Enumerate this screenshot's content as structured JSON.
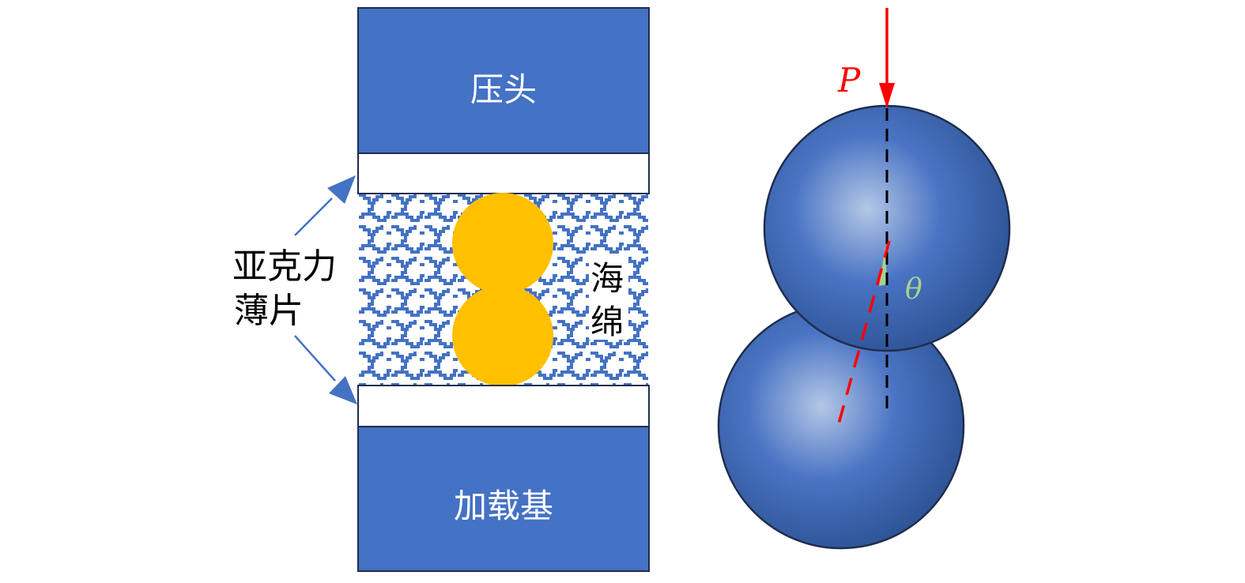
{
  "left_panel": {
    "indenter_label": "压头",
    "base_label": "加载基",
    "plate_label_line1": "亚克力",
    "plate_label_line2": "薄片",
    "sponge_label_line1": "海",
    "sponge_label_line2": "绵"
  },
  "right_panel": {
    "force_label": "P",
    "angle_label": "θ"
  },
  "colors": {
    "block_blue": "#4472C4",
    "particle_yellow": "#FFC000",
    "force_red": "#FF0000",
    "angle_green": "#A9D18E"
  }
}
